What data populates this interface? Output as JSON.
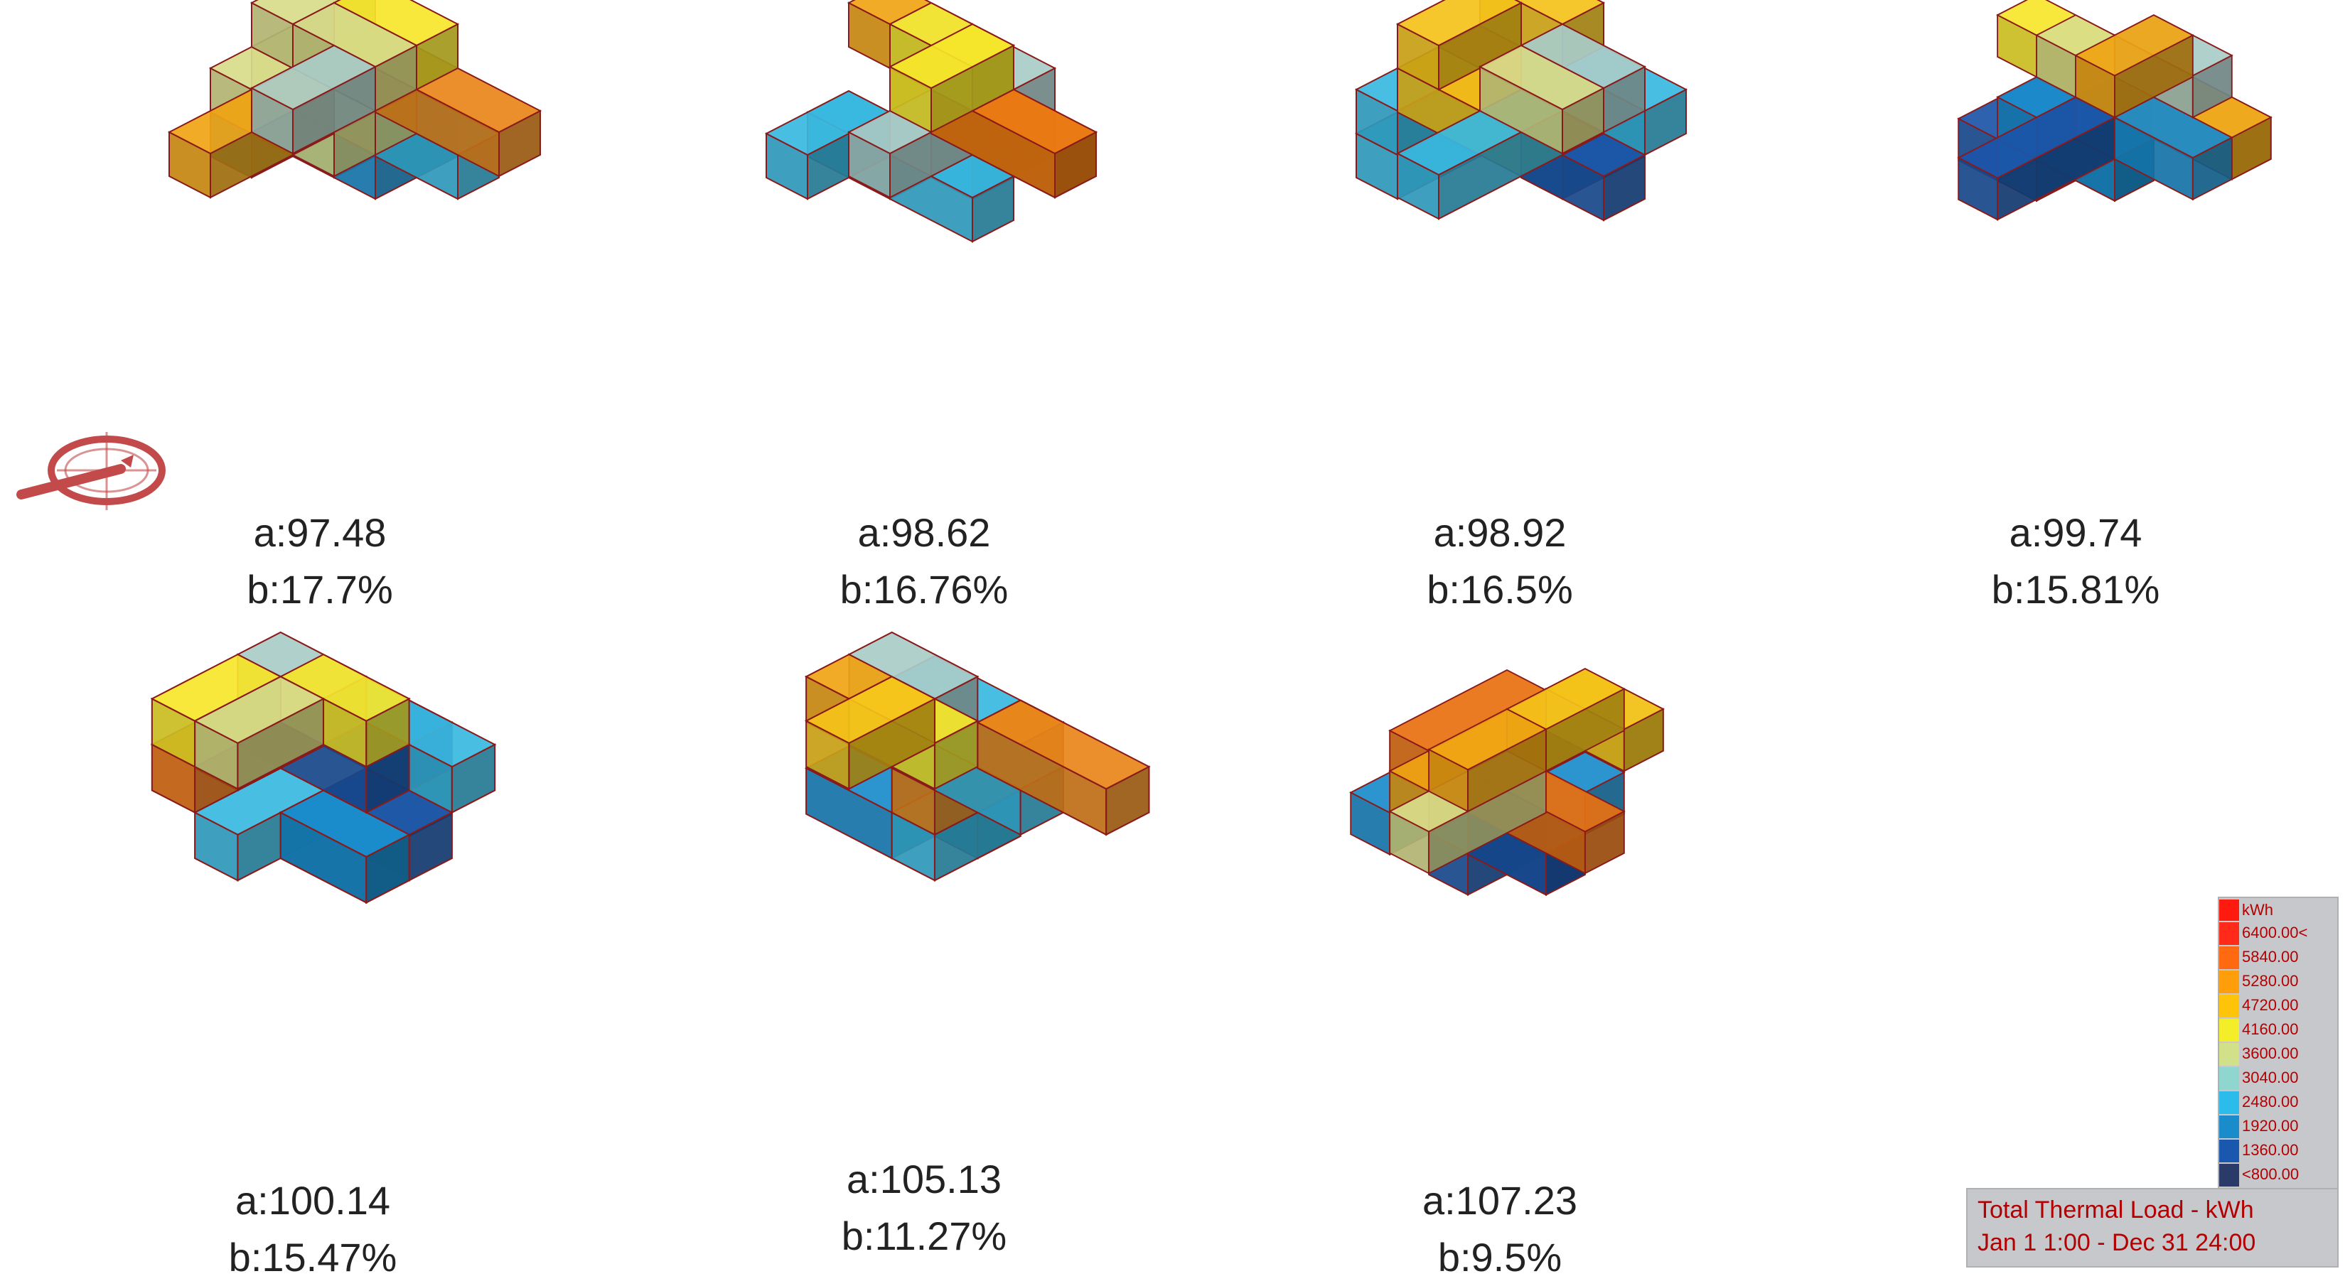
{
  "panels": [
    {
      "a": "a:97.48",
      "b": "b:17.7%"
    },
    {
      "a": "a:98.62",
      "b": "b:16.76%"
    },
    {
      "a": "a:98.92",
      "b": "b:16.5%"
    },
    {
      "a": "a:99.74",
      "b": "b:15.81%"
    },
    {
      "a": "a:100.14",
      "b": "b:15.47%"
    },
    {
      "a": "a:105.13",
      "b": "b:11.27%"
    },
    {
      "a": "a:107.23",
      "b": "b:9.5%"
    }
  ],
  "legend": {
    "unit": "kWh",
    "levels": [
      {
        "label": "6400.00<",
        "color": "#ff2a1a"
      },
      {
        "label": "5840.00",
        "color": "#ff6a10"
      },
      {
        "label": "5280.00",
        "color": "#ff9d0a"
      },
      {
        "label": "4720.00",
        "color": "#ffc40a"
      },
      {
        "label": "4160.00",
        "color": "#f4ee2a"
      },
      {
        "label": "3600.00",
        "color": "#d2e08a"
      },
      {
        "label": "3040.00",
        "color": "#8fd6d0"
      },
      {
        "label": "2480.00",
        "color": "#2bbcec"
      },
      {
        "label": "1920.00",
        "color": "#1a8ccc"
      },
      {
        "label": "1360.00",
        "color": "#1a58b0"
      },
      {
        "label": "<800.00",
        "color": "#2a3b6a"
      }
    ],
    "title": "Total Thermal Load - kWh",
    "period": "Jan 1 1:00 - Dec 31 24:00"
  },
  "colors": {
    "edge": "#8a1a1a",
    "compass": "#c24a4a"
  }
}
